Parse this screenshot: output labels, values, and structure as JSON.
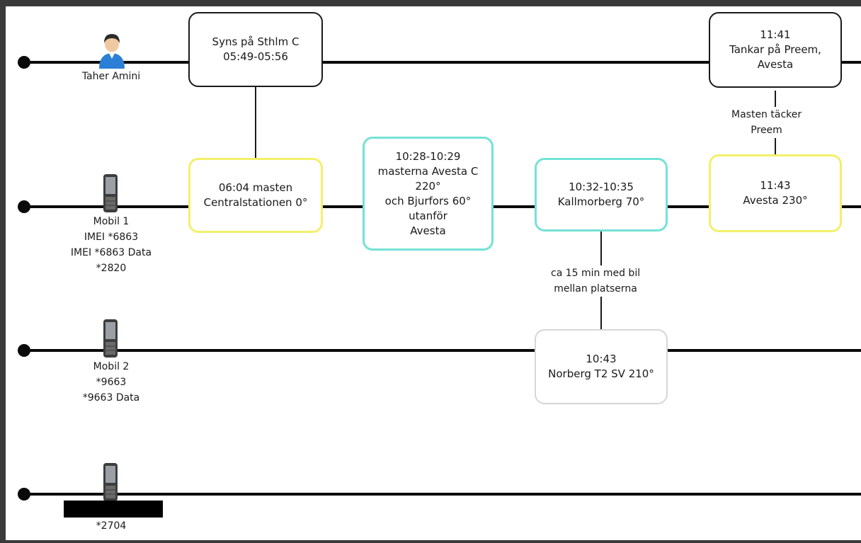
{
  "rows": [
    {
      "lines": [
        "Taher Amini"
      ]
    },
    {
      "lines": [
        "Mobil 1",
        "IMEI *6863",
        "IMEI *6863 Data",
        "*2820"
      ]
    },
    {
      "lines": [
        "Mobil 2",
        "*9663",
        "*9663 Data"
      ]
    },
    {
      "lines": [
        "*2704"
      ]
    }
  ],
  "events": [
    {
      "lines": [
        "Syns på Sthlm C",
        "05:49-05:56"
      ],
      "color": "#1a1a1a"
    },
    {
      "lines": [
        "11:41",
        "Tankar på Preem,",
        "Avesta"
      ],
      "color": "#1a1a1a"
    },
    {
      "lines": [
        "06:04 masten",
        "Centralstationen 0°"
      ],
      "color": "#f3f06a"
    },
    {
      "lines": [
        "10:28-10:29",
        "masterna Avesta C",
        "220°",
        "och Bjurfors 60°",
        "utanför",
        "Avesta"
      ],
      "color": "#74e2d6"
    },
    {
      "lines": [
        "10:32-10:35",
        "Kallmorberg 70°"
      ],
      "color": "#74e2d6"
    },
    {
      "lines": [
        "11:43",
        "Avesta 230°"
      ],
      "color": "#f3f06a"
    },
    {
      "lines": [
        "10:43",
        "Norberg T2 SV 210°"
      ],
      "color": "#d6d6d6"
    }
  ],
  "notes": [
    {
      "lines": [
        "Masten täcker",
        "Preem"
      ]
    },
    {
      "lines": [
        "ca 15 min med bil",
        "mellan platserna"
      ]
    }
  ],
  "icons": [
    "person-icon",
    "mobile-phone-icon"
  ]
}
